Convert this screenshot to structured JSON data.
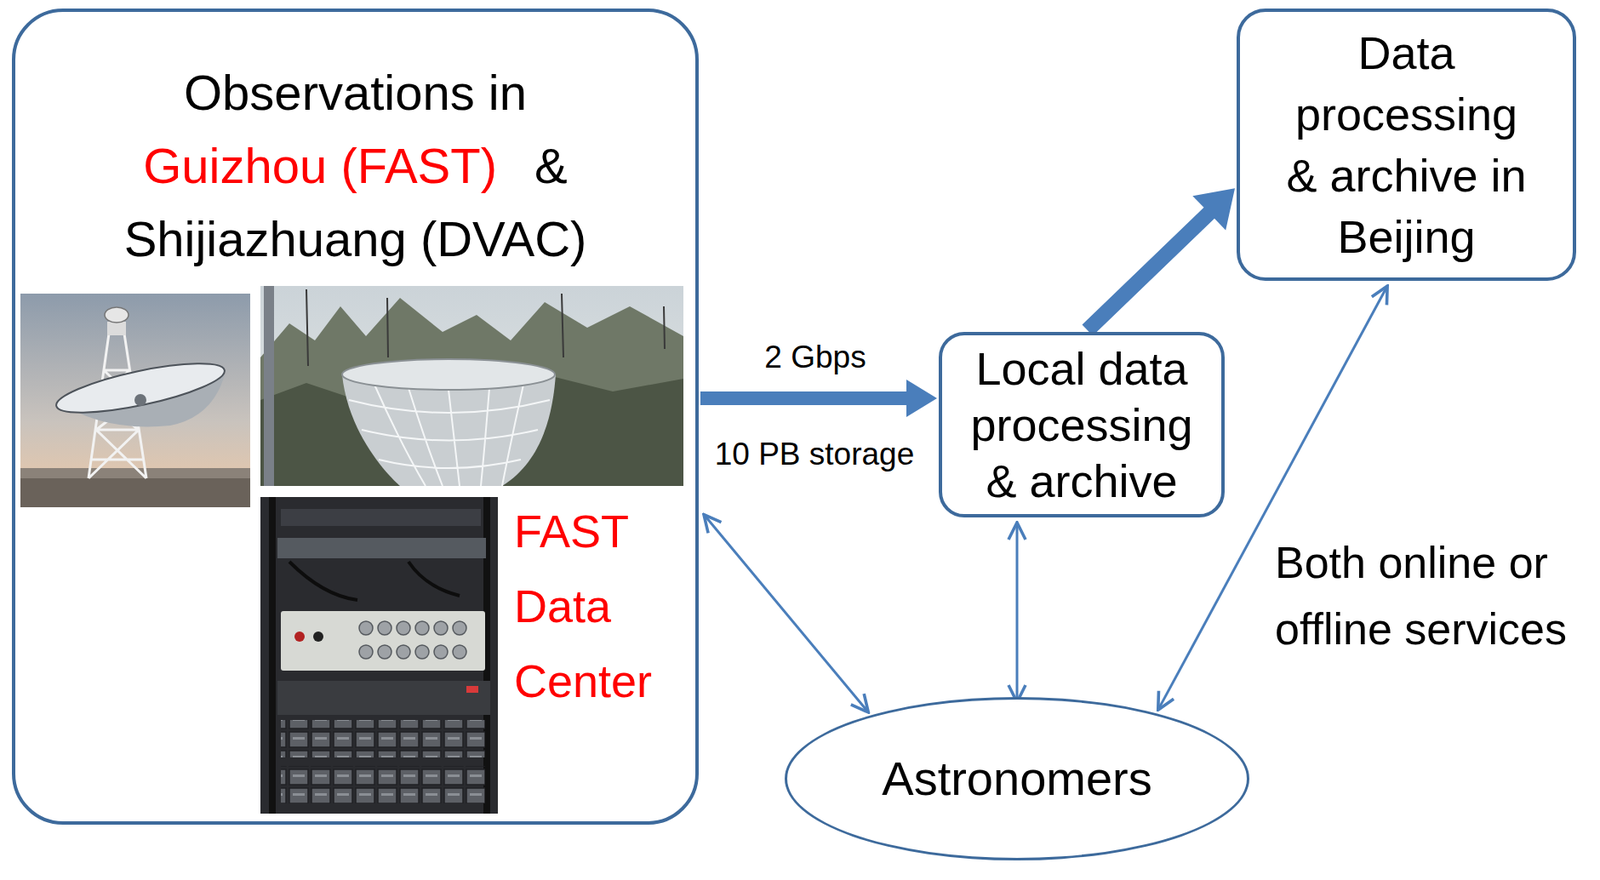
{
  "diagram": {
    "nodes": [
      {
        "text": [
          "Observations in",
          "Guizhou (FAST)",
          "&",
          "Shijiazhuang (DVAC)",
          "FAST Data Center"
        ]
      },
      {
        "text": [
          "Local data processing & archive"
        ]
      },
      {
        "text": [
          "Data processing & archive in Beijing"
        ]
      },
      {
        "text": [
          "Astronomers"
        ]
      }
    ],
    "edges": [
      {
        "from": 0,
        "to": 1,
        "arrow": "to",
        "label": "2 Gbps"
      },
      {
        "from": 1,
        "to": 2,
        "arrow": "to"
      },
      {
        "from": 0,
        "to": 3,
        "arrow": "both"
      },
      {
        "from": 1,
        "to": 3,
        "arrow": "both"
      },
      {
        "from": 2,
        "to": 3,
        "arrow": "both",
        "label": "Both online or offline services"
      }
    ],
    "labels": [
      "10 PB storage"
    ]
  }
}
